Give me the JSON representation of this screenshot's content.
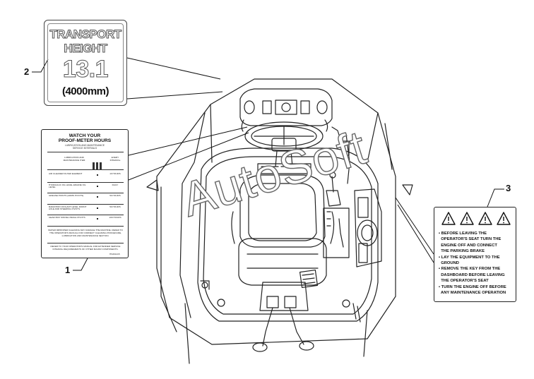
{
  "callouts": {
    "one": "1",
    "two": "2",
    "three": "3"
  },
  "transport_decal": {
    "line1": "TRANSPORT",
    "line2": "HEIGHT",
    "value": "13.1",
    "metric": "(4000mm)"
  },
  "maintenance_decal": {
    "title_line1": "WATCH YOUR",
    "title_line2": "PROOF-METER HOURS",
    "subtitle_line1": "LUBRICATION AND MAINTENANCE",
    "subtitle_line2": "SERVICE INTERVALS",
    "header_left": "LUBRICATION AND MAINTENANCE ITEM",
    "header_right": "EVERY INTERVAL",
    "rows": [
      {
        "item": "AIR CLEANER FILTER ELEMENT",
        "interval": "10 HOURS"
      },
      {
        "item": "HYDRAULIC OIL LEVEL ENGINE OIL LEVEL",
        "interval": "DAILY"
      },
      {
        "item": "GREASE POINTS (ARMS PIVOTS)",
        "interval": "50 HOURS"
      },
      {
        "item": "RADIATOR COOLANT LEVEL FRONT AXLE AND STEERING PIVOTS",
        "interval": "50 HOURS"
      },
      {
        "item": "GEAR BOX SWIVEL PEDAL PIVOTS",
        "interval": "100 HOURS"
      }
    ],
    "note1": "WATER IMPROPER CLEANING MAY DAMAGE THE MACHINE. REFER TO THE OPERATOR'S MANUAL FOR CORRECT CLEANING PROCEDURE, LUBRICATION AND MAINTENANCE SECTION.",
    "note2": "REFER TO YOUR OPERATOR'S MANUAL FOR EXTENDED SERVICE INTERVAL REQUIREMENTS OF OTHER MAJOR COMPONENTS.",
    "part_no": "HS301415"
  },
  "warning_decal": {
    "lines": [
      "• BEFORE LEAVING THE",
      "  OPERATOR'S SEAT TURN THE",
      "  ENGINE OFF AND CONNECT",
      "  THE PARKING BRAKE",
      "• LAY THE EQUIPMENT TO THE",
      "  GROUND",
      "• REMOVE THE KEY FROM THE",
      "  DASHBOARD BEFORE LEAVING",
      "  THE OPERATOR'S SEAT",
      "• TURN THE ENGINE OFF BEFORE",
      "  ANY MAINTENANCE OPERATION"
    ]
  },
  "watermark": "AutoSoft"
}
